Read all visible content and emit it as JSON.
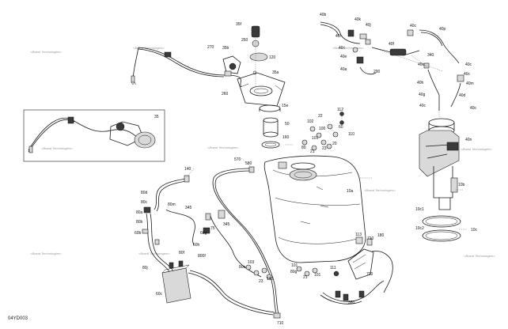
{
  "diagram": {
    "code": "04YD003",
    "watermark_text": "<Brand Technologies>",
    "callouts": [
      {
        "id": "35f",
        "text": "35f"
      },
      {
        "id": "250",
        "text": "250"
      },
      {
        "id": "270",
        "text": "270"
      },
      {
        "id": "35b",
        "text": "35b"
      },
      {
        "id": "120",
        "text": "120"
      },
      {
        "id": "35a",
        "text": "35a"
      },
      {
        "id": "260",
        "text": "260"
      },
      {
        "id": "35",
        "text": "35"
      },
      {
        "id": "15e",
        "text": "15e"
      },
      {
        "id": "50",
        "text": "50"
      },
      {
        "id": "160",
        "text": "160"
      },
      {
        "id": "112",
        "text": "112"
      },
      {
        "id": "102",
        "text": "102"
      },
      {
        "id": "22",
        "text": "22"
      },
      {
        "id": "100",
        "text": "100"
      },
      {
        "id": "101",
        "text": "101"
      },
      {
        "id": "80",
        "text": "80"
      },
      {
        "id": "21",
        "text": "21"
      },
      {
        "id": "20",
        "text": "20"
      },
      {
        "id": "23",
        "text": "23"
      },
      {
        "id": "60",
        "text": "60"
      },
      {
        "id": "110",
        "text": "110"
      },
      {
        "id": "40b",
        "text": "40b"
      },
      {
        "id": "40k",
        "text": "40k"
      },
      {
        "id": "40j",
        "text": "40j"
      },
      {
        "id": "40i",
        "text": "40i"
      },
      {
        "id": "40c1",
        "text": "40c"
      },
      {
        "id": "40p",
        "text": "40p"
      },
      {
        "id": "40c2",
        "text": "40c"
      },
      {
        "id": "40f",
        "text": "40f"
      },
      {
        "id": "340",
        "text": "340"
      },
      {
        "id": "40e",
        "text": "40e"
      },
      {
        "id": "40c3",
        "text": "40c"
      },
      {
        "id": "40a",
        "text": "40a"
      },
      {
        "id": "290",
        "text": "290"
      },
      {
        "id": "40c4",
        "text": "40c"
      },
      {
        "id": "40h",
        "text": "40h"
      },
      {
        "id": "40c5",
        "text": "40c"
      },
      {
        "id": "40m",
        "text": "40m"
      },
      {
        "id": "40g",
        "text": "40g"
      },
      {
        "id": "40d",
        "text": "40d"
      },
      {
        "id": "40c6",
        "text": "40c"
      },
      {
        "id": "40c7",
        "text": "40c"
      },
      {
        "id": "40n",
        "text": "40n"
      },
      {
        "id": "10b",
        "text": "10b"
      },
      {
        "id": "10a",
        "text": "10a"
      },
      {
        "id": "10c1",
        "text": "10c1"
      },
      {
        "id": "10c2",
        "text": "10c2"
      },
      {
        "id": "10c",
        "text": "10c"
      },
      {
        "id": "140",
        "text": "140"
      },
      {
        "id": "570",
        "text": "570"
      },
      {
        "id": "580",
        "text": "580"
      },
      {
        "id": "80d",
        "text": "80d"
      },
      {
        "id": "80c",
        "text": "80c"
      },
      {
        "id": "80m",
        "text": "80m"
      },
      {
        "id": "345a",
        "text": "345"
      },
      {
        "id": "80a",
        "text": "80a"
      },
      {
        "id": "80b",
        "text": "80b"
      },
      {
        "id": "60b",
        "text": "60b"
      },
      {
        "id": "75",
        "text": "75"
      },
      {
        "id": "60g",
        "text": "60g"
      },
      {
        "id": "345b",
        "text": "345"
      },
      {
        "id": "60h",
        "text": "60h"
      },
      {
        "id": "800f",
        "text": "800f"
      },
      {
        "id": "80f",
        "text": "80f"
      },
      {
        "id": "80j",
        "text": "80j"
      },
      {
        "id": "103",
        "text": "103"
      },
      {
        "id": "80e",
        "text": "80e"
      },
      {
        "id": "23b",
        "text": "23"
      },
      {
        "id": "103b",
        "text": "103"
      },
      {
        "id": "101b",
        "text": "101"
      },
      {
        "id": "80g",
        "text": "80g"
      },
      {
        "id": "21b",
        "text": "21"
      },
      {
        "id": "101c",
        "text": "101"
      },
      {
        "id": "111",
        "text": "111"
      },
      {
        "id": "113",
        "text": "113"
      },
      {
        "id": "710",
        "text": "710"
      },
      {
        "id": "180",
        "text": "180"
      },
      {
        "id": "700",
        "text": "700"
      },
      {
        "id": "60c",
        "text": "60c"
      },
      {
        "id": "380",
        "text": "380"
      },
      {
        "id": "710b",
        "text": "710"
      }
    ]
  }
}
